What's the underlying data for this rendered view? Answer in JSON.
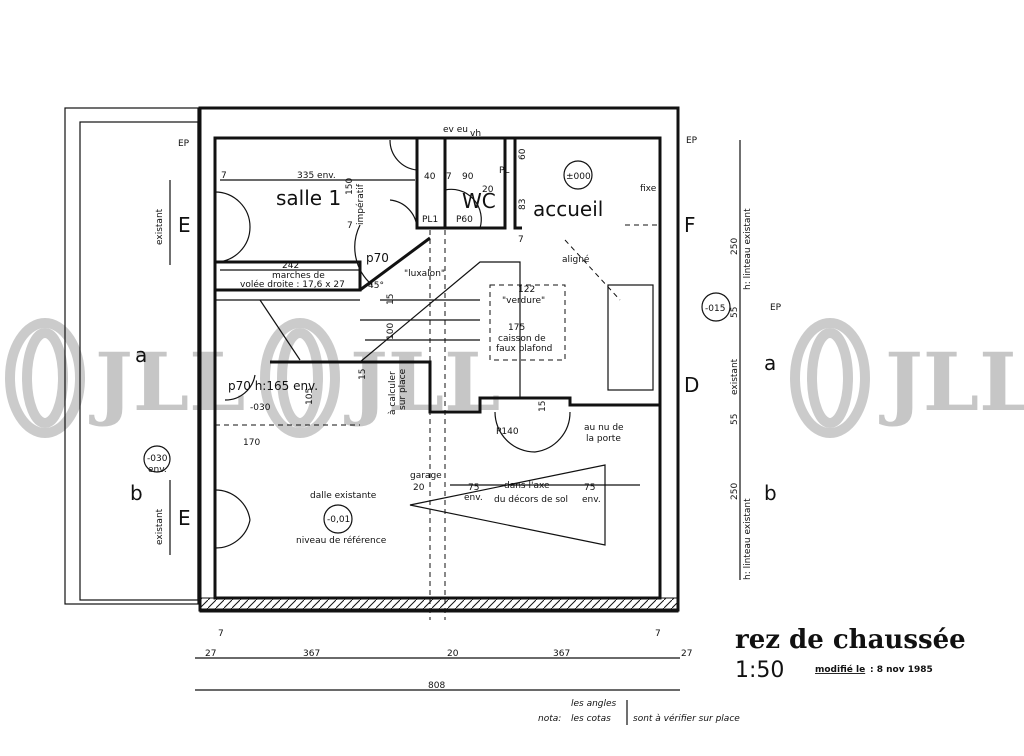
{
  "title": "rez de chaussée",
  "scale": "1:50",
  "modified_label": "modifié le",
  "modified_date": ": 8 nov 1985",
  "note": {
    "prefix": "nota:",
    "line1": "les angles",
    "line2": "les cotas",
    "line3": "sont à vérifier sur place"
  },
  "rooms": {
    "salle": "salle 1",
    "wc": "WC",
    "accueil": "accueil"
  },
  "labels": {
    "ep1": "EP",
    "ep2": "EP",
    "ep3": "EP",
    "ev_eu": "ev eu",
    "vh": "vh",
    "d335": "335 env.",
    "d150": "150",
    "imperatif": "impératif",
    "d40": "40",
    "d7a": "7",
    "d90": "90",
    "d20": "20",
    "d60": "60",
    "d83": "83",
    "d7b": "7",
    "d7c": "7",
    "d7d": "7",
    "pl1": "PL1",
    "p60": "P60",
    "pl": "PL",
    "lvl000": "±000",
    "fixe": "fixe",
    "p70": "p70",
    "d242": "242",
    "marches": "marches de",
    "volee": "volée droite : 17,6 x 27",
    "deg45": "45°",
    "luxalon": "\"luxalon\"",
    "aligne": "aligné",
    "d122": "122",
    "verdure": "\"verdure\"",
    "d175": "175",
    "caisson": "caisson de",
    "faux_plafond": "faux plafond",
    "lvl015": "-015",
    "d100": "100",
    "d15a": "15",
    "d15b": "15",
    "d15c": "15",
    "p70h": "p70 h:165 env.",
    "lvl030": "-030",
    "d105": "105",
    "d170": "170",
    "calculer": "à calculer",
    "surplace": "sur place",
    "p140": "P140",
    "aunu": "au nu de",
    "porte": "la porte",
    "garage": "garage",
    "d20b": "20",
    "d75a": "75",
    "env1": "env.",
    "dans_axe": "dans l'axe",
    "decors": "du décors de sol",
    "d75b": "75",
    "env2": "env.",
    "dalle": "dalle existante",
    "lvl001": "-0,01",
    "niveau": "niveau de référence",
    "lvl030b": "-030",
    "env3": "env.",
    "E1": "E",
    "E2": "E",
    "F": "F",
    "D": "D",
    "a1": "a",
    "a2": "a",
    "b1": "b",
    "b2": "b",
    "existant1": "existant",
    "existant2": "existant",
    "existant3": "existant",
    "linteau1": "h: linteau existant",
    "linteau2": "h: linteau existant",
    "d250a": "250",
    "d250b": "250",
    "d55a": "55",
    "d55b": "55",
    "b7a": "7",
    "b7b": "7",
    "b27a": "27",
    "b367a": "367",
    "b20": "20",
    "b367b": "367",
    "b27b": "27",
    "b808": "808"
  },
  "watermark": "JLL"
}
